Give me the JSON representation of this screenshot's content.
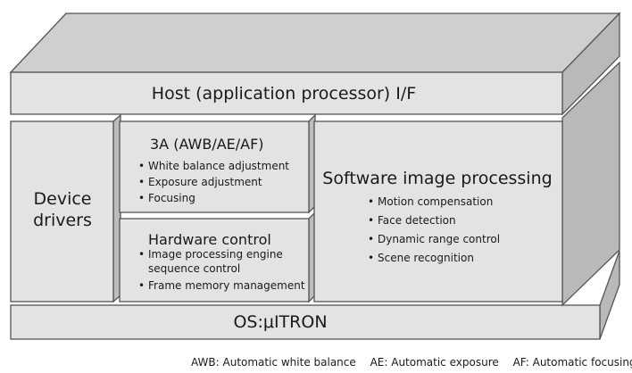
{
  "host": {
    "label": "Host (application processor) I/F"
  },
  "drivers": {
    "line1": "Device",
    "line2": "drivers"
  },
  "three_a": {
    "title": "3A (AWB/AE/AF)",
    "items": [
      "White balance adjustment",
      "Exposure adjustment",
      "Focusing"
    ]
  },
  "hardware": {
    "title": "Hardware control",
    "items": [
      {
        "line1": "Image processing engine",
        "line2": "sequence control"
      },
      {
        "line1": "Frame memory management"
      }
    ]
  },
  "software": {
    "title": "Software image processing",
    "items": [
      "Motion compensation",
      "Face detection",
      "Dynamic range control",
      "Scene recognition"
    ]
  },
  "os": {
    "label": "OS:μITRON"
  },
  "caption": [
    "AWB: Automatic white balance",
    "AE: Automatic exposure",
    "AF: Automatic focusing"
  ],
  "colors": {
    "face": "#e3e3e3",
    "top": "#cfcfcf",
    "side": "#b9b9b9",
    "edge": "#555555"
  }
}
